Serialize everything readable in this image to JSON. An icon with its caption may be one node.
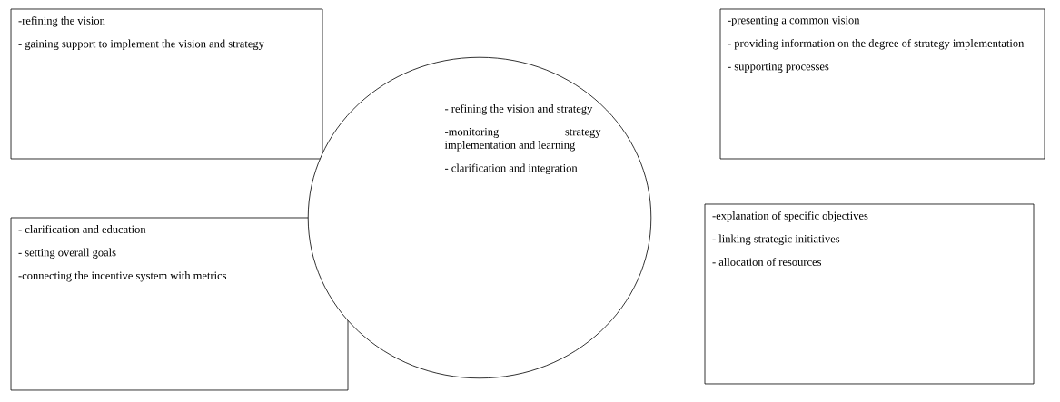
{
  "diagram": {
    "nodes": [
      {
        "text": [
          "-refining the vision",
          "- gaining support to implement the vision and strategy"
        ]
      },
      {
        "text": [
          "- refining the vision and strategy",
          "-monitoring strategy implementation and learning",
          "- clarification and integration"
        ]
      },
      {
        "text": [
          "-presenting a common vision",
          "- providing information on the degree of strategy implementation",
          "- supporting processes"
        ]
      },
      {
        "text": [
          "-  clarification and education",
          "- setting overall goals",
          "-connecting the incentive system with metrics"
        ]
      },
      {
        "text": [
          "-explanation of specific objectives",
          "- linking strategic initiatives",
          "- allocation of resources"
        ]
      }
    ]
  }
}
